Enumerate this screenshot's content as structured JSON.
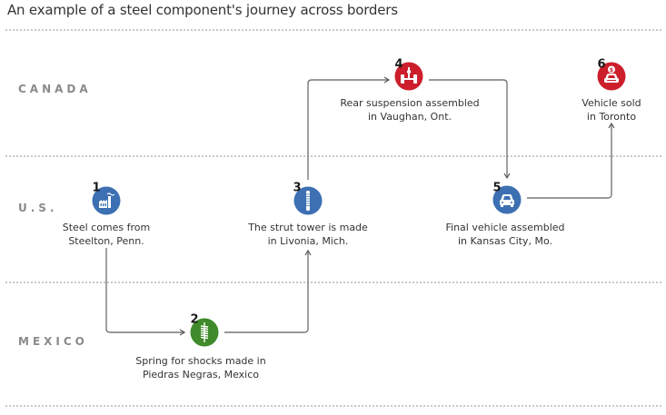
{
  "title": "An example of a steel component's journey across borders",
  "regions": [
    {
      "name": "CANADA"
    },
    {
      "name": "U.S."
    },
    {
      "name": "MEXICO"
    }
  ],
  "colors": {
    "us": "#3d70b2",
    "mexico": "#3f8a2a",
    "canada": "#cc1f2b",
    "divider": "#c8c8c8",
    "connector": "#777777",
    "region_label": "#8a8a8a"
  },
  "steps": [
    {
      "number": "1",
      "region": "U.S.",
      "icon": "factory-icon",
      "line1": "Steel comes from",
      "line2": "Steelton, Penn."
    },
    {
      "number": "2",
      "region": "MEXICO",
      "icon": "spring-icon",
      "line1": "Spring for shocks made in",
      "line2": "Piedras Negras, Mexico"
    },
    {
      "number": "3",
      "region": "U.S.",
      "icon": "strut-icon",
      "line1": "The strut tower is made",
      "line2": "in Livonia, Mich."
    },
    {
      "number": "4",
      "region": "CANADA",
      "icon": "suspension-icon",
      "line1": "Rear suspension assembled",
      "line2": "in Vaughan, Ont."
    },
    {
      "number": "5",
      "region": "U.S.",
      "icon": "car-icon",
      "line1": "Final vehicle assembled",
      "line2": "in Kansas City, Mo."
    },
    {
      "number": "6",
      "region": "CANADA",
      "icon": "car-sale-icon",
      "line1": "Vehicle sold",
      "line2": "in Toronto"
    }
  ]
}
